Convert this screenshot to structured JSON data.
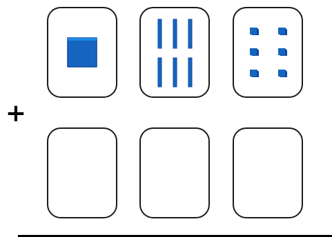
{
  "operator": {
    "symbol": "+"
  },
  "colors": {
    "block_face": "#1565c0",
    "block_shadow": "#0d47a1",
    "card_border": "#1a1a1a",
    "line": "#000000"
  },
  "top_row": [
    {
      "block_type": "hundred-flat-icon",
      "count": 1
    },
    {
      "block_type": "ten-rod-icon",
      "count": 6
    },
    {
      "block_type": "unit-cube-icon",
      "count": 6
    }
  ],
  "bottom_row": [
    {
      "block_type": "empty",
      "count": 0
    },
    {
      "block_type": "empty",
      "count": 0
    },
    {
      "block_type": "empty",
      "count": 0
    }
  ]
}
